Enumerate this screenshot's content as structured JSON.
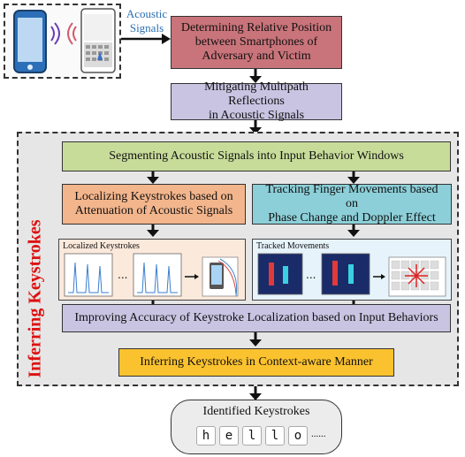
{
  "top_label": "Acoustic\nSignals",
  "steps": {
    "relative_position": "Determining Relative Position\nbetween Smartphones of\nAdversary and Victim",
    "multipath": "Mitigating Multipath Reflections\nin Acoustic Signals",
    "segmenting": "Segmenting Acoustic Signals into Input Behavior Windows",
    "localizing": "Localizing Keystrokes based on\nAttenuation of Acoustic Signals",
    "tracking": "Tracking Finger Movements based on\nPhase Change and Doppler Effect",
    "improving": "Improving Accuracy of Keystroke Localization based on Input Behaviors",
    "inferring": "Inferring Keystrokes in Context-aware Manner"
  },
  "panels": {
    "localized_label": "Localized Keystrokes",
    "tracked_label": "Tracked Movements"
  },
  "region_label": "Inferring Keystrokes",
  "output": {
    "title": "Identified Keystrokes",
    "keys": [
      "h",
      "e",
      "l",
      "l",
      "o"
    ],
    "ellipsis": "......"
  },
  "colors": {
    "red_box": "#c9747a",
    "purple_box": "#c8c4e2",
    "green_box": "#c8dc9a",
    "orange_box": "#f3b58c",
    "teal_box": "#8ccfd8",
    "yellow_box": "#fbc22f",
    "region_label": "#dd1111"
  }
}
